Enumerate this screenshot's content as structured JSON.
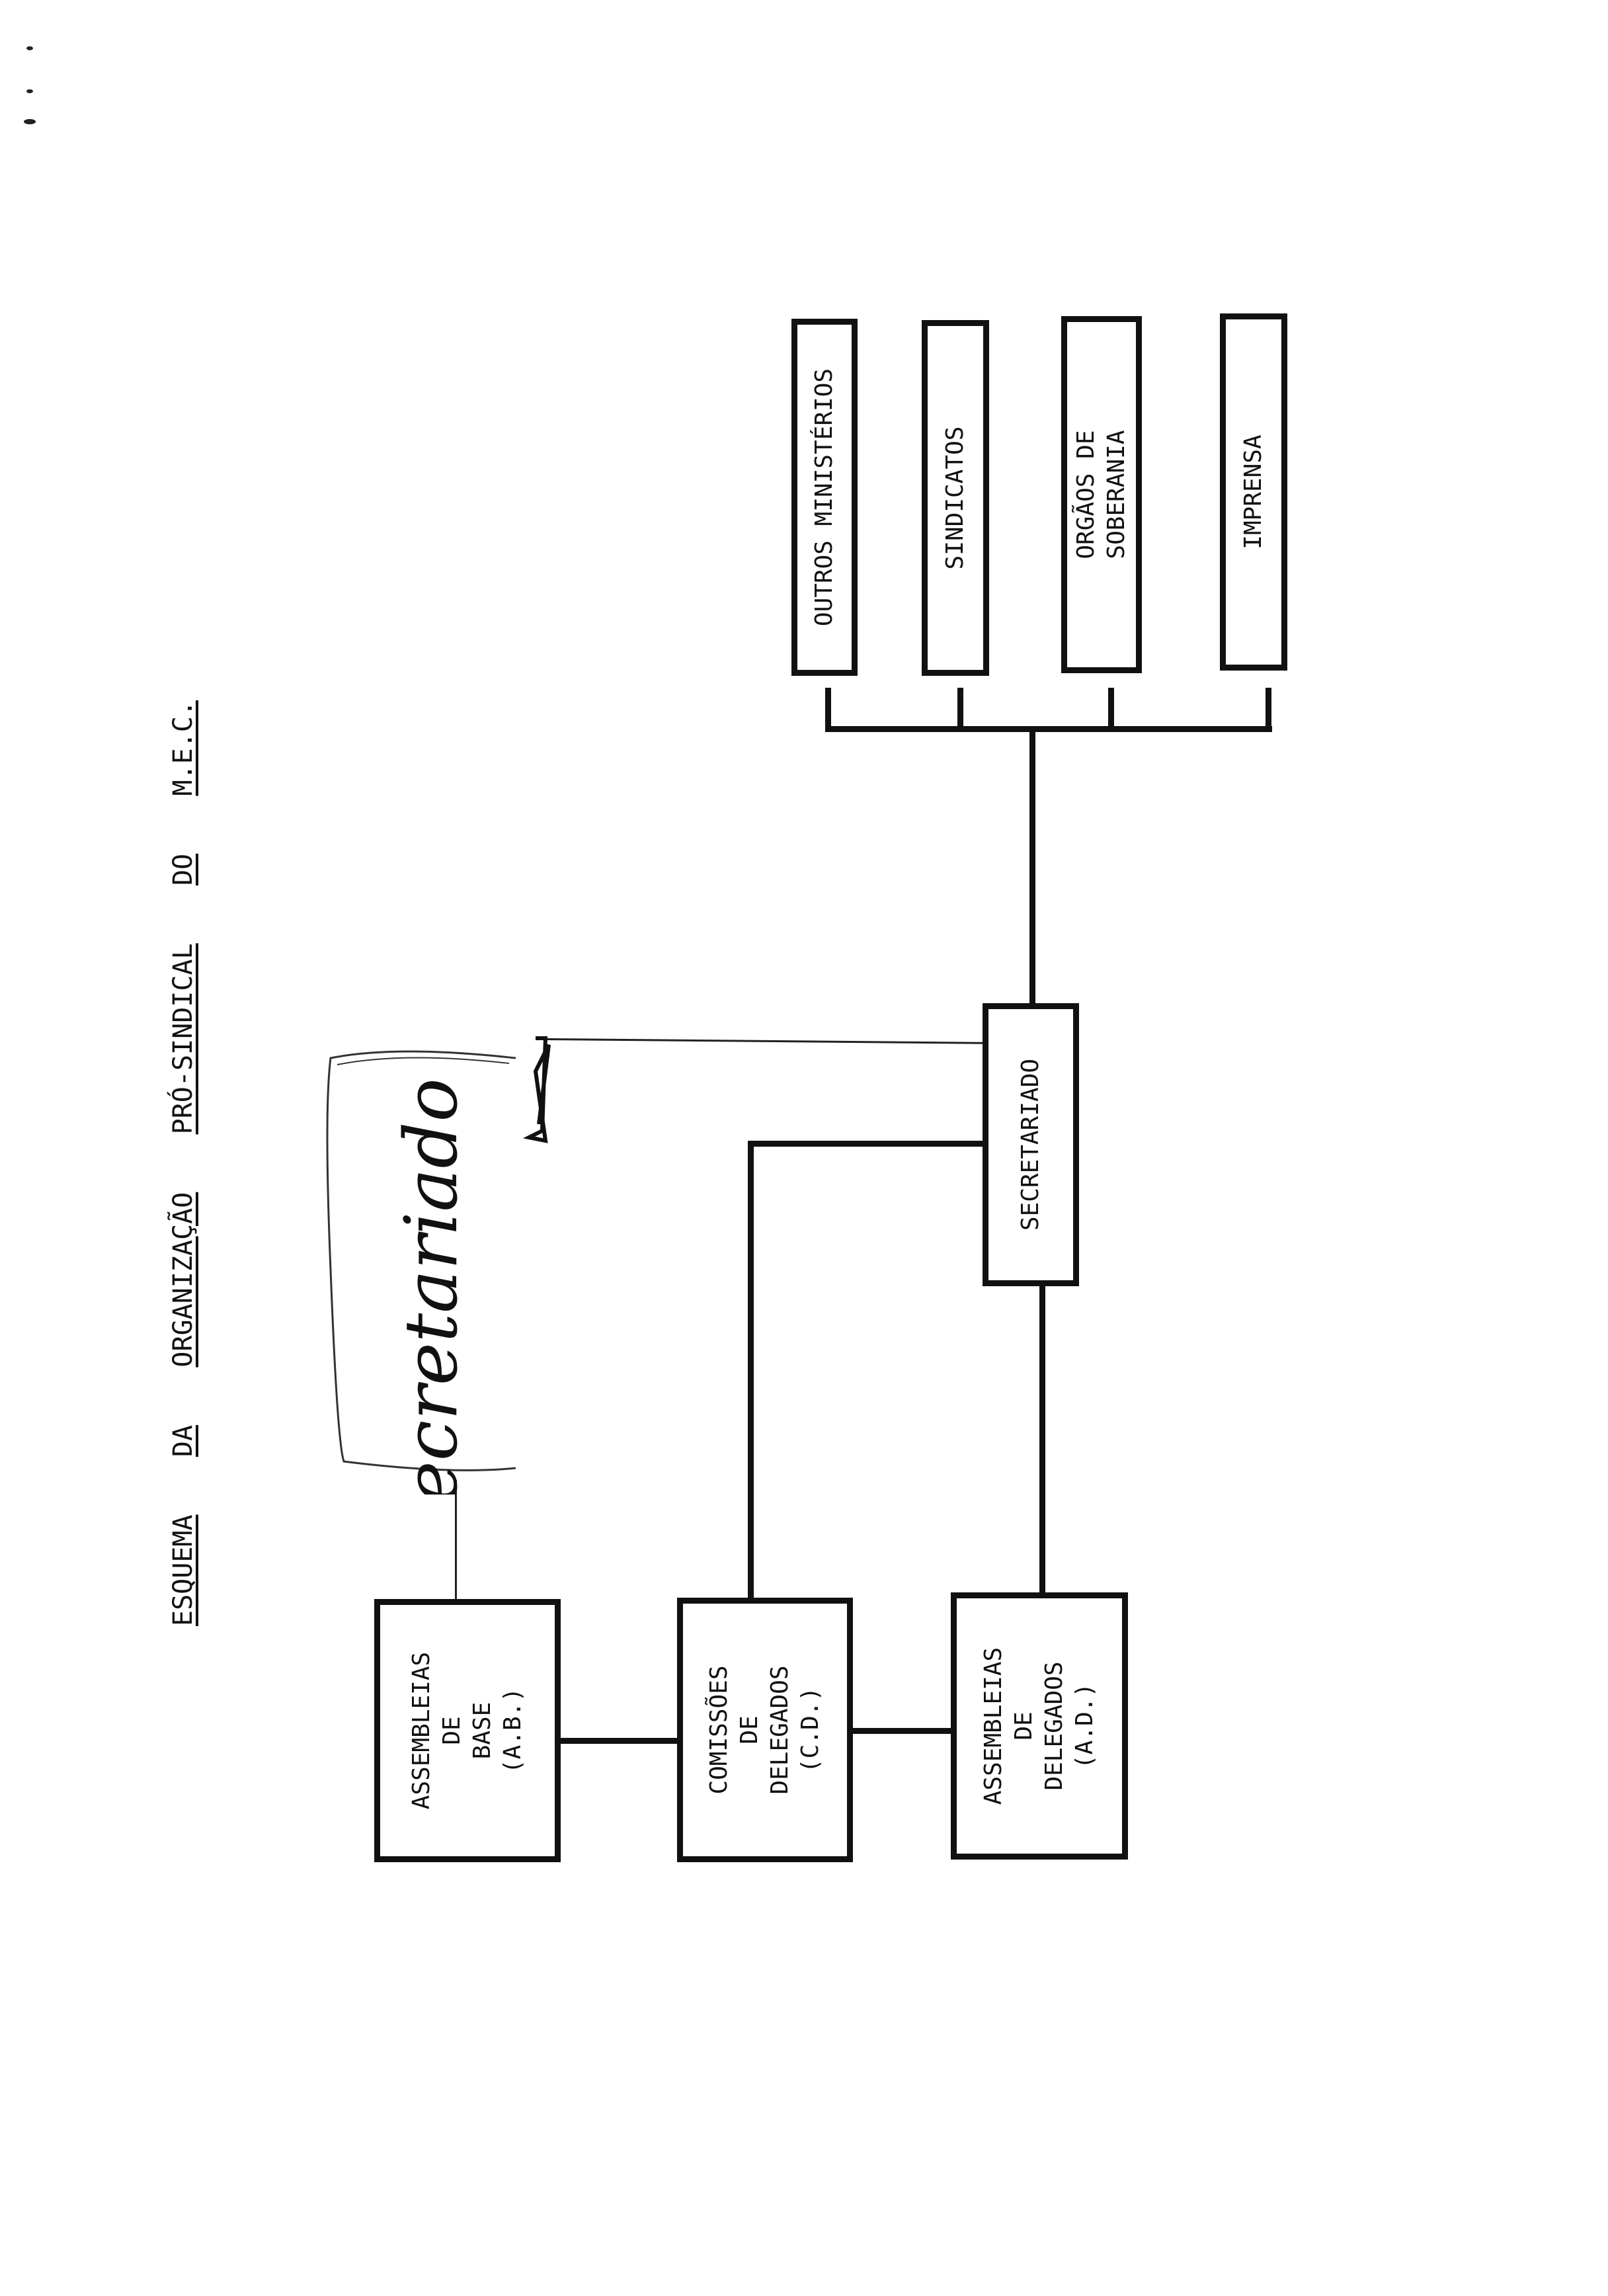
{
  "title": {
    "words": [
      "ESQUEMA",
      "DA",
      "ORGANIZAÇÃO",
      "PRÓ-SINDICAL",
      "DO",
      "M.E.C."
    ]
  },
  "boxes": {
    "outros_ministerios": [
      "OUTROS MINISTÉRIOS"
    ],
    "sindicatos": [
      "SINDICATOS"
    ],
    "orgaos_soberania": [
      "ORGÃOS DE",
      "SOBERANIA"
    ],
    "imprensa": [
      "IMPRENSA"
    ],
    "secretariado": [
      "SECRETARIADO"
    ],
    "assembleias_base": [
      "ASSEMBLEIAS",
      "DE",
      "BASE",
      "(A.B.)"
    ],
    "comissoes_delegados": [
      "COMISSÕES",
      "DE",
      "DELEGADOS",
      "(C.D.)"
    ],
    "assembleias_delegados": [
      "ASSEMBLEIAS",
      "DE",
      "DELEGADOS",
      "(A.D.)"
    ]
  },
  "handwritten_note": "Secretariado"
}
